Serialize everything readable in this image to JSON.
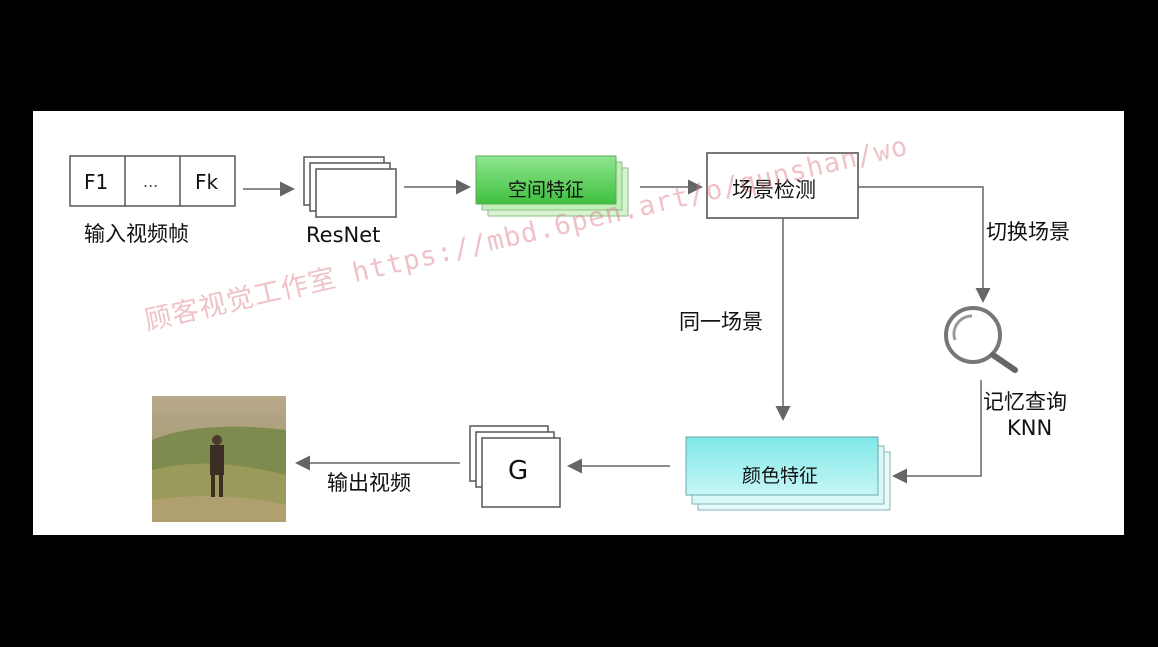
{
  "frames": {
    "first": "F1",
    "dots": "...",
    "last": "Fk",
    "caption": "输入视频帧"
  },
  "resnet": {
    "label": "ResNet"
  },
  "spatial": {
    "label": "空间特征",
    "color_top": "#8fe68f",
    "color_bottom": "#3fc03f"
  },
  "scene_detect": {
    "label": "场景检测"
  },
  "edges": {
    "switch_scene": "切换场景",
    "same_scene": "同一场景"
  },
  "memory": {
    "line1": "记忆查询",
    "line2": "KNN",
    "icon": "magnifier-icon"
  },
  "color_feat": {
    "label": "颜色特征",
    "color_top": "#7ee8e8",
    "color_bottom": "#c8f6f6"
  },
  "generator": {
    "label": "G"
  },
  "output": {
    "label": "输出视频"
  },
  "watermark": "顾客视觉工作室 https://mbd.6pen.art/o/qunshan/wo"
}
